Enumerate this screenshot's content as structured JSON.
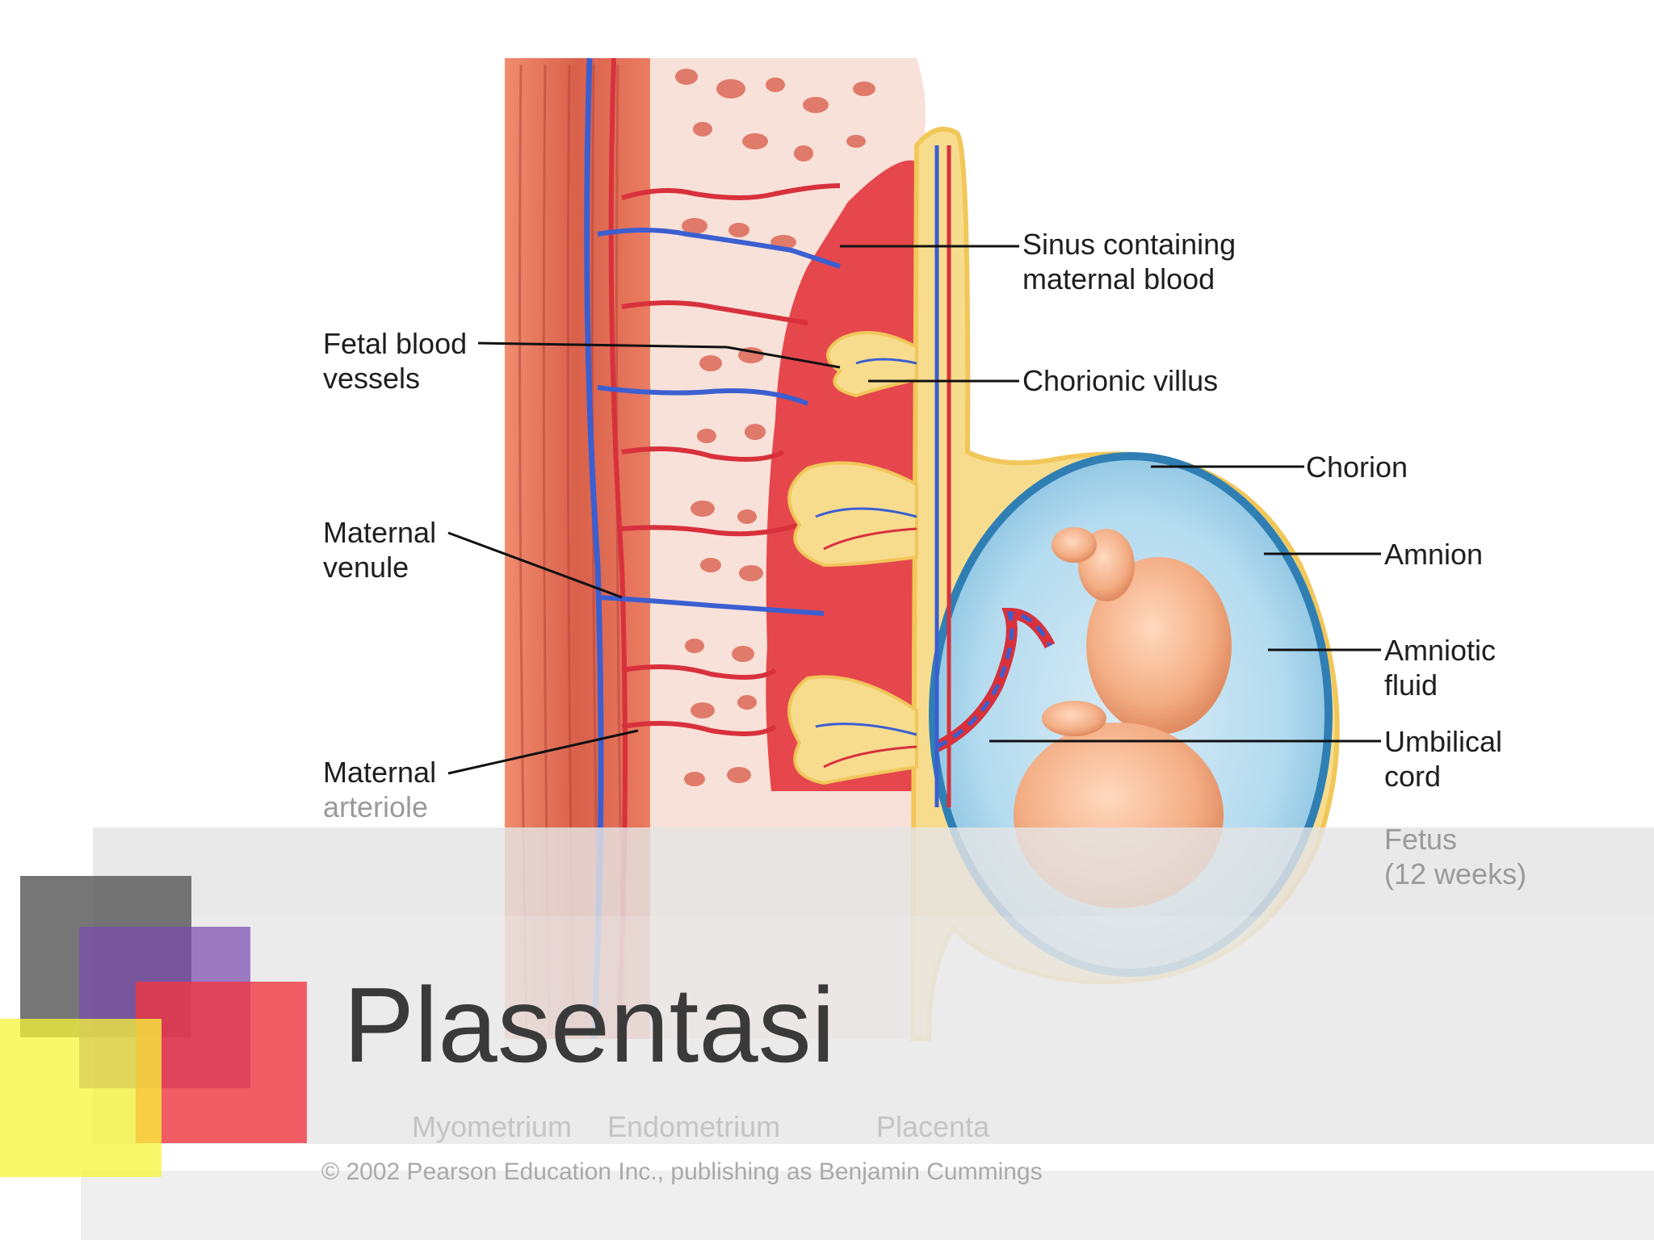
{
  "slide": {
    "title": "Plasentasi",
    "credit": "© 2002 Pearson Education Inc., publishing as Benjamin Cummings"
  },
  "diagram": {
    "labels": {
      "sinus": "Sinus containing\nmaternal blood",
      "fetal_vessels": "Fetal blood\nvessels",
      "chorionic_villus": "Chorionic villus",
      "chorion": "Chorion",
      "maternal_venule": "Maternal\nvenule",
      "amnion": "Amnion",
      "amniotic_fluid": "Amniotic\nfluid",
      "umbilical_cord": "Umbilical\ncord",
      "maternal_arteriole_top": "Maternal",
      "maternal_arteriole_bottom": "arteriole",
      "fetus": "Fetus\n(12 weeks)",
      "myometrium": "Myometrium",
      "endometrium": "Endometrium",
      "placenta": "Placenta"
    }
  },
  "colors": {
    "muscle": "#d9604a",
    "endometrium": "#f7dcd2",
    "sinus": "#e2353d",
    "chorion": "#f6d88a",
    "amnion": "#2f7fb4",
    "amniotic_fluid": "#a8d3ea",
    "fetus": "#f0a57a",
    "vein": "#3b5fd1",
    "artery": "#d8313c",
    "square_gray": "#5e5e5e",
    "square_purple": "#7a4ab0",
    "square_red": "#f2353f",
    "square_yellow": "#f7f53a"
  }
}
